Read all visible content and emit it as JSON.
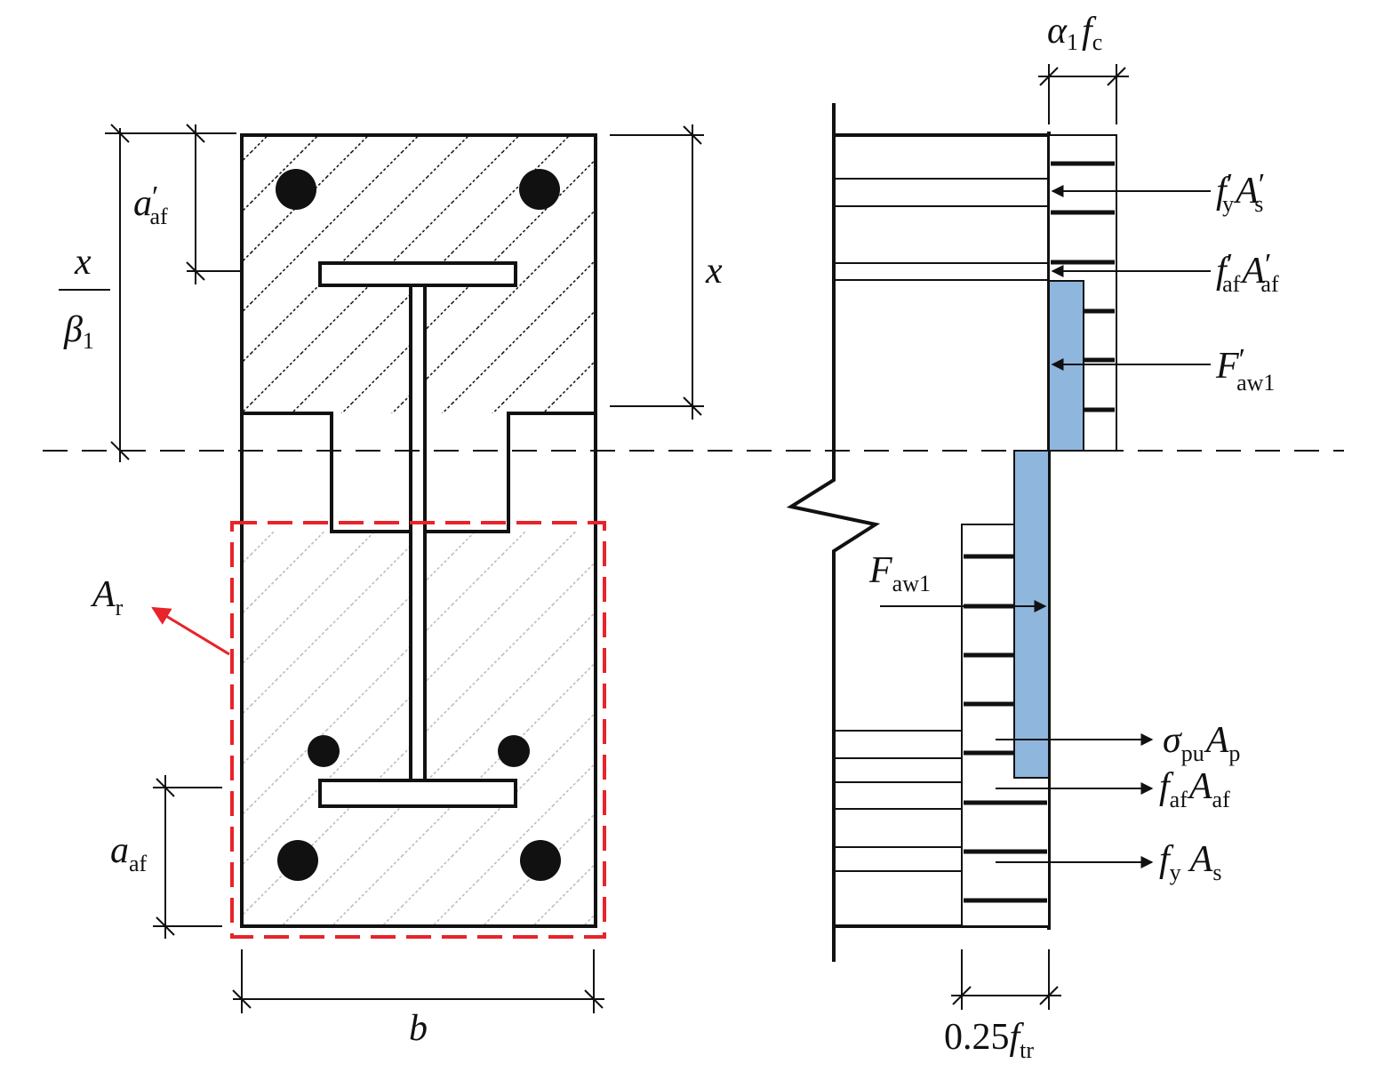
{
  "labels": {
    "alpha1_fc": {
      "main": "α",
      "sub": "1",
      "main2": "f",
      "sub2": "c"
    },
    "fy_As_prime": {
      "main": "f",
      "prime": "′",
      "sub": "y",
      "main2": "A",
      "prime2": "′",
      "sub2": "s"
    },
    "faf_Aaf_prime": {
      "main": "f",
      "prime": "′",
      "sub": "af",
      "main2": "A",
      "prime2": "′",
      "sub2": "af"
    },
    "Faw1_prime": {
      "main": "F",
      "prime": "′",
      "sub": "aw1"
    },
    "Faw1": {
      "main": "F",
      "sub": "aw1"
    },
    "sigma_pu_Ap": {
      "main": "σ",
      "sub": "pu",
      "main2": "A",
      "sub2": "p"
    },
    "faf_Aaf": {
      "main": "f",
      "sub": "af",
      "main2": "A",
      "sub2": "af"
    },
    "fy_As": {
      "main": "f",
      "sub": "y",
      "main2": "A",
      "sub2": "s"
    },
    "ftr_025": {
      "main": "0.25",
      "main2": "f",
      "sub2": "tr"
    },
    "a_af_prime": {
      "main": "a",
      "prime": "′",
      "sub": "af"
    },
    "a_af": {
      "main": "a",
      "sub": "af"
    },
    "x_over_beta": {
      "num": "x",
      "den": "β",
      "den_sub": "1"
    },
    "x_depth": {
      "main": "x"
    },
    "b_width": {
      "main": "b"
    },
    "A_r": {
      "main": "A",
      "sub": "r"
    }
  },
  "colors": {
    "line": "#111111",
    "highlight": "#e8232a",
    "web_stress": "#8fb6dc",
    "hatch_light": "#b9b9b9"
  }
}
